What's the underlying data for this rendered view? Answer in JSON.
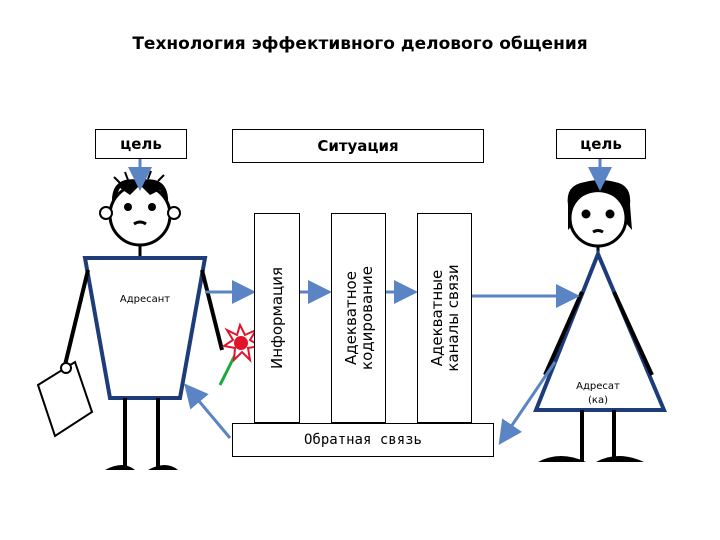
{
  "title": "Технология эффективного делового общения",
  "goal_left": "цель",
  "goal_right": "цель",
  "situation": "Ситуация",
  "columns": [
    {
      "line1": "Информация",
      "line2": ""
    },
    {
      "line1": "Адекватное",
      "line2": "кодирование"
    },
    {
      "line1": "Адекватные",
      "line2": "каналы связи"
    }
  ],
  "feedback": "Обратная связь",
  "sender_label": "Адресант",
  "receiver_label_1": "Адресат",
  "receiver_label_2": "(ка)",
  "colors": {
    "arrow": "#5b84c4",
    "star": "#e0142a",
    "stem": "#1aa83b"
  }
}
